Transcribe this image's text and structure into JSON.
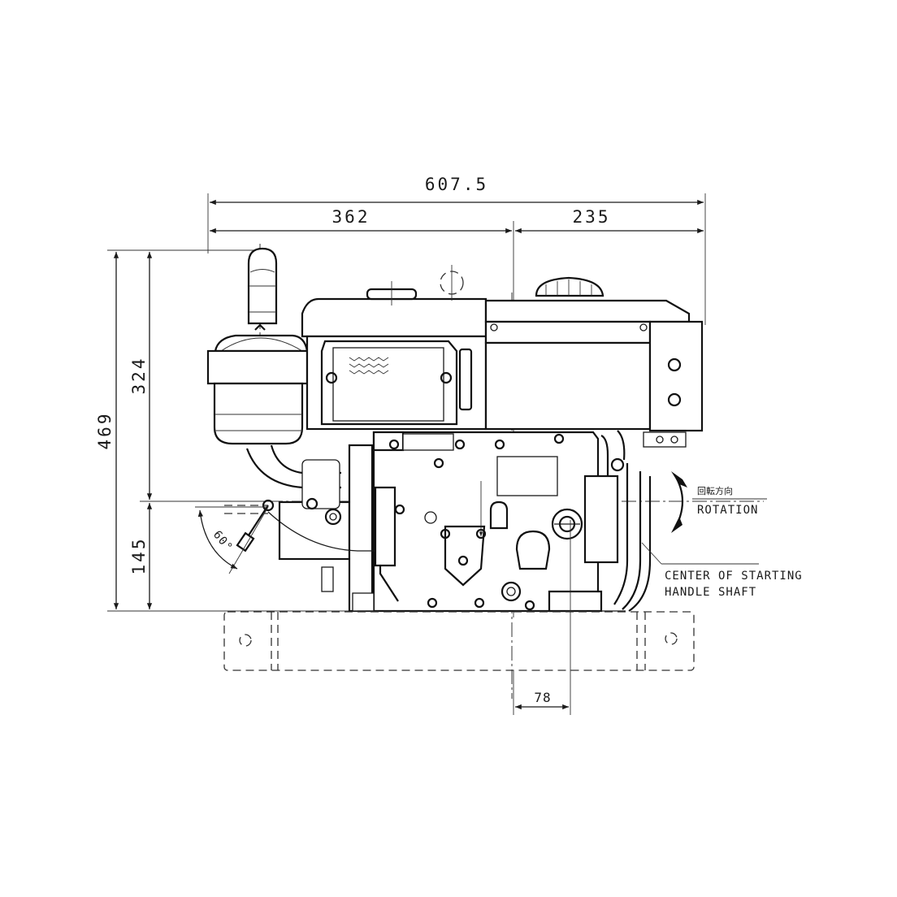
{
  "drawing": {
    "title": "Engine external dimension drawing (side view)",
    "units": "mm",
    "colors": {
      "line": "#1a1a1a",
      "background": "#ffffff"
    }
  },
  "dimensions": {
    "overall_length": "607.5",
    "left_to_shaft": "362",
    "shaft_to_right": "235",
    "overall_height": "469",
    "top_to_shaft": "324",
    "shaft_to_base": "145",
    "starting_handle_offset": "78",
    "handle_angle": "60°"
  },
  "annotations": {
    "rotation_jp": "回転方向",
    "rotation_en": "ROTATION",
    "center_label_line1": "CENTER OF STARTING",
    "center_label_line2": "HANDLE SHAFT"
  }
}
